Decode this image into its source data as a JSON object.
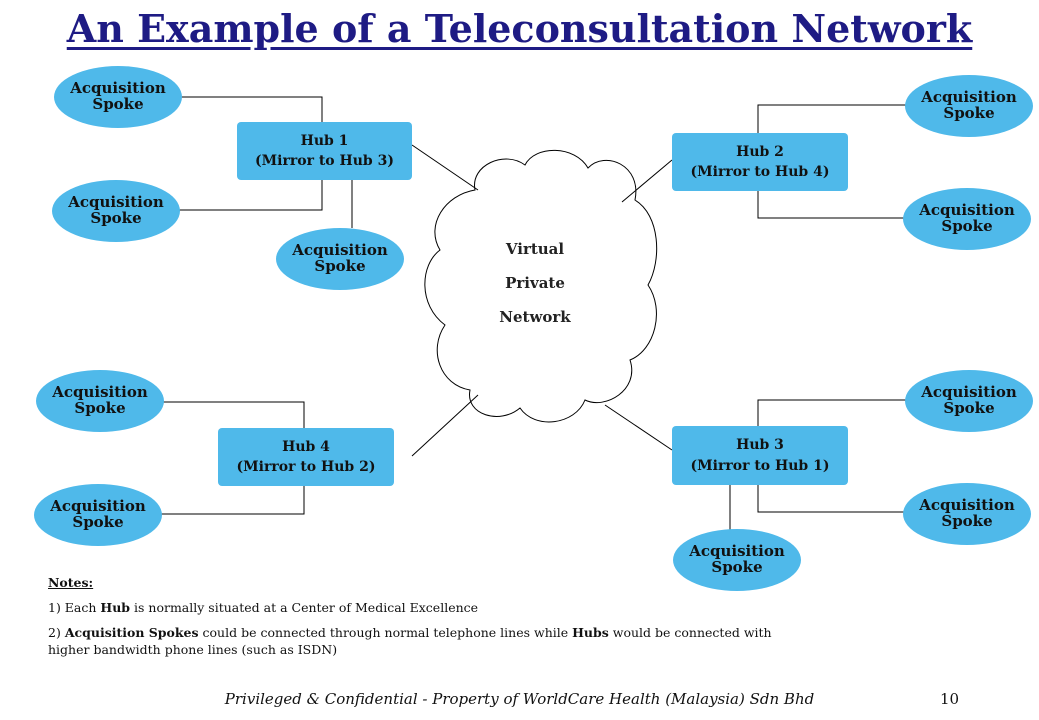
{
  "title": "An Example of a Teleconsultation Network",
  "network": {
    "label_line1": "Virtual",
    "label_line2": "Private",
    "label_line3": "Network"
  },
  "hubs": {
    "hub1": {
      "name": "Hub 1",
      "mirror": "(Mirror to Hub 3)"
    },
    "hub2": {
      "name": "Hub 2",
      "mirror": "(Mirror to Hub 4)"
    },
    "hub3": {
      "name": "Hub 3",
      "mirror": "(Mirror to Hub 1)"
    },
    "hub4": {
      "name": "Hub 4",
      "mirror": "(Mirror to Hub 2)"
    }
  },
  "spoke": {
    "line1": "Acquisition",
    "line2": "Spoke"
  },
  "notes": {
    "heading": "Notes:",
    "note1_prefix": "1) Each ",
    "note1_bold": "Hub",
    "note1_suffix": " is normally situated at a Center of Medical Excellence",
    "note2_prefix": "2) ",
    "note2_bold1": "Acquisition Spokes",
    "note2_mid": " could be connected through normal telephone lines while ",
    "note2_bold2": "Hubs",
    "note2_suffix": " would be connected with higher bandwidth phone lines (such as ISDN)"
  },
  "footer": "Privileged & Confidential - Property of WorldCare Health (Malaysia) Sdn Bhd",
  "page_number": "10",
  "colors": {
    "title": "#1e1b84",
    "node_fill": "#4fb9ea",
    "line": "#000000"
  }
}
